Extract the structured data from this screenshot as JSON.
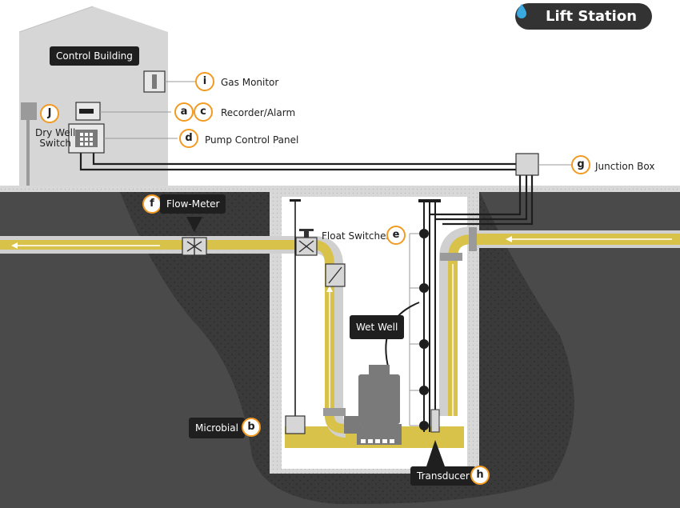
{
  "title": "Lift Station",
  "labels": {
    "control_building": "Control Building",
    "gas_monitor": "Gas Monitor",
    "recorder_alarm": "Recorder/Alarm",
    "pump_control_panel": "Pump Control Panel",
    "junction_box": "Junction Box",
    "dry_well_switch": "Dry Well\nSwitch",
    "flow_meter": "Flow-Meter",
    "float_switches": "Float Switches",
    "wet_well": "Wet Well",
    "microbial": "Microbial",
    "transducer": "Transducer"
  },
  "badges": {
    "i": "i",
    "a": "a",
    "c": "c",
    "d": "d",
    "g": "g",
    "j": "J",
    "f": "f",
    "e": "e",
    "b": "b",
    "h": "h"
  },
  "colors": {
    "accent": "#f29a21",
    "pipe": "#d9c24a",
    "ground": "#4a4a4a",
    "ground_dark": "#2e2e2e",
    "building": "#d6d6d6",
    "label_bg": "#1f1f1f",
    "pill": "#333333"
  },
  "icons": [
    "water-drop-icon",
    "gas-monitor-icon",
    "recorder-alarm-icon",
    "control-panel-icon",
    "junction-box-icon",
    "flow-meter-valve-icon",
    "pump-icon"
  ]
}
